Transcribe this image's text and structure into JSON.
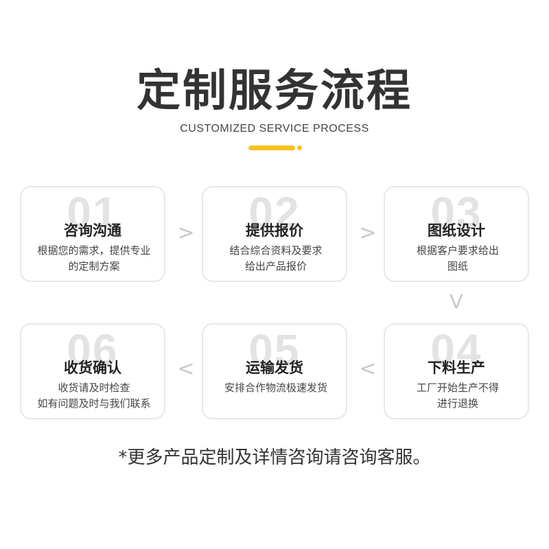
{
  "header": {
    "title": "定制服务流程",
    "subtitle": "CUSTOMIZED SERVICE PROCESS",
    "accent_color": "#f6c21c"
  },
  "steps": [
    {
      "num": "01",
      "title": "咨询沟通",
      "desc_line1": "根据您的需求，提供专业",
      "desc_line2": "的定制方案"
    },
    {
      "num": "02",
      "title": "提供报价",
      "desc_line1": "结合综合资料及要求",
      "desc_line2": "给出产品报价"
    },
    {
      "num": "03",
      "title": "图纸设计",
      "desc_line1": "根据客户要求给出",
      "desc_line2": "图纸"
    },
    {
      "num": "04",
      "title": "下料生产",
      "desc_line1": "工厂开始生产不得",
      "desc_line2": "进行退换"
    },
    {
      "num": "05",
      "title": "运输发货",
      "desc_line1": "安排合作物流极速发货",
      "desc_line2": ""
    },
    {
      "num": "06",
      "title": "收货确认",
      "desc_line1": "收货请及时检查",
      "desc_line2": "如有问题及时与我们联系"
    }
  ],
  "arrows": {
    "right": ">",
    "down": "V",
    "left": "<"
  },
  "footnote": "*更多产品定制及详情咨询请咨询客服。"
}
